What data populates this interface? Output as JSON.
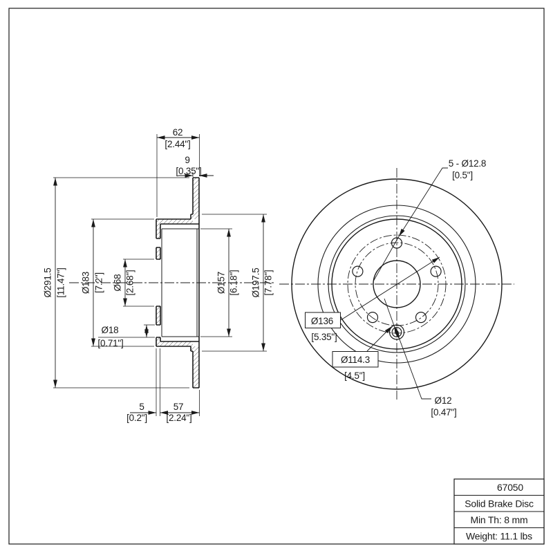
{
  "drawing": {
    "type": "brake rotor engineering drawing",
    "line_color": "#1a1a1a",
    "background": "#ffffff"
  },
  "section_view": {
    "overall_width": {
      "mm": "62",
      "inch": "[2.44\"]"
    },
    "disc_thickness": {
      "mm": "9",
      "inch": "[0.35\"]"
    },
    "outer_diameter": {
      "mm": "Ø291.5",
      "inch": "[11.47\"]"
    },
    "hat_outer_diameter": {
      "mm": "Ø183",
      "inch": "[7.2\"]"
    },
    "center_bore": {
      "mm": "Ø68",
      "inch": "[2.68\"]"
    },
    "mount_hole": {
      "mm": "Ø18",
      "inch": "[0.71\"]"
    },
    "hat_inner_diameter": {
      "mm": "Ø157",
      "inch": "[6.18\"]"
    },
    "friction_inner_diameter": {
      "mm": "Ø197.5",
      "inch": "[7.78\"]"
    },
    "hat_face_thickness": {
      "mm": "5",
      "inch": "[0.2\"]"
    },
    "hat_depth": {
      "mm": "57",
      "inch": "[2.24\"]"
    }
  },
  "front_view": {
    "bolt_holes": {
      "mm": "5 - Ø12.8",
      "inch": "[0.5\"]"
    },
    "ref_circle": {
      "mm": "Ø136",
      "inch": "[5.35\"]"
    },
    "bolt_circle": {
      "mm": "Ø114.3",
      "inch": "[4.5\"]"
    },
    "pin_hole": {
      "mm": "Ø12",
      "inch": "[0.47\"]"
    }
  },
  "title_block": {
    "part_number": "67050",
    "product_type": "Solid Brake Disc",
    "min_thickness": "Min Th: 8 mm",
    "weight": "Weight: 11.1 lbs"
  }
}
